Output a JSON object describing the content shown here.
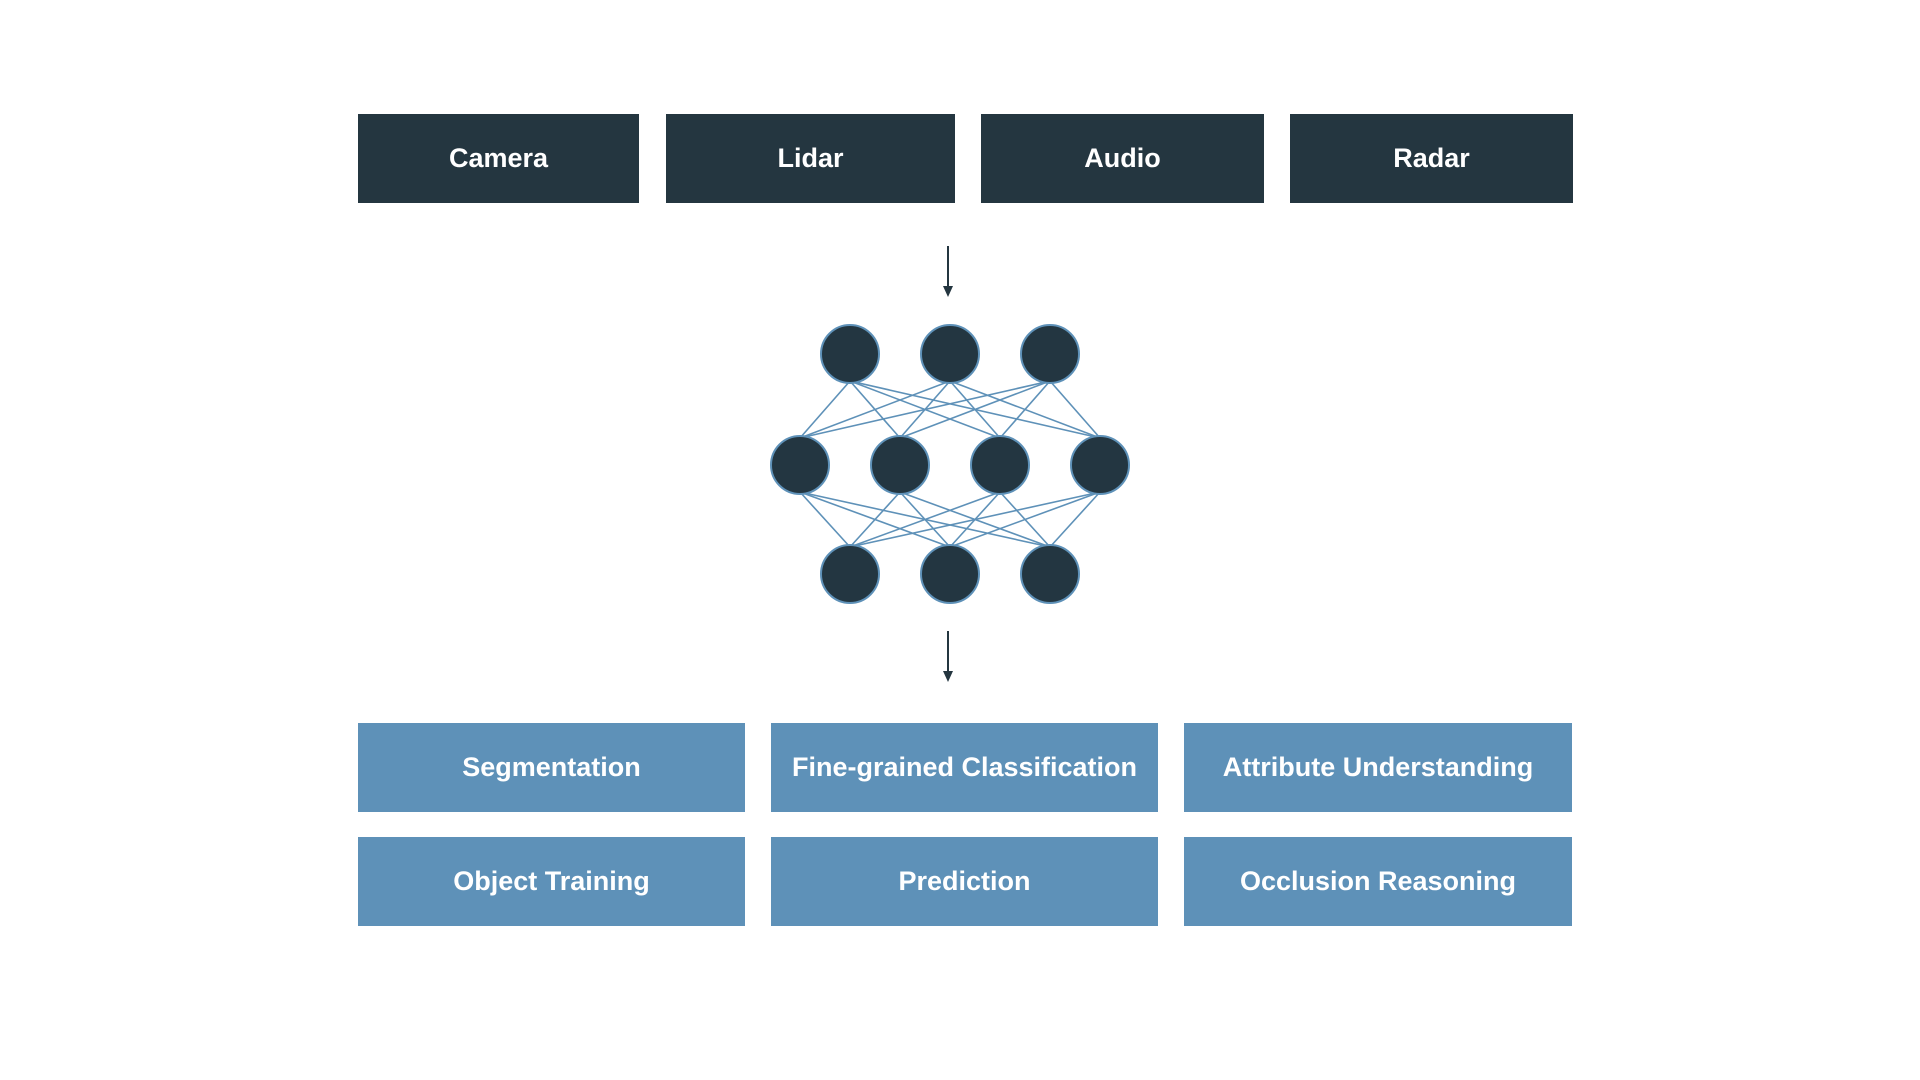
{
  "colors": {
    "background": "#ffffff",
    "input_box": "#243640",
    "output_box": "#5e91b8",
    "node_fill": "#233641",
    "node_stroke": "#5e91b8",
    "edge": "#5e91b8",
    "arrow": "#243640",
    "text": "#ffffff"
  },
  "inputs": [
    {
      "label": "Camera"
    },
    {
      "label": "Lidar"
    },
    {
      "label": "Audio"
    },
    {
      "label": "Radar"
    }
  ],
  "network": {
    "layers": [
      3,
      4,
      3
    ]
  },
  "outputs": [
    {
      "label": "Segmentation"
    },
    {
      "label": "Fine-grained Classification"
    },
    {
      "label": "Attribute Understanding"
    },
    {
      "label": "Object Training"
    },
    {
      "label": "Prediction"
    },
    {
      "label": "Occlusion Reasoning"
    }
  ]
}
